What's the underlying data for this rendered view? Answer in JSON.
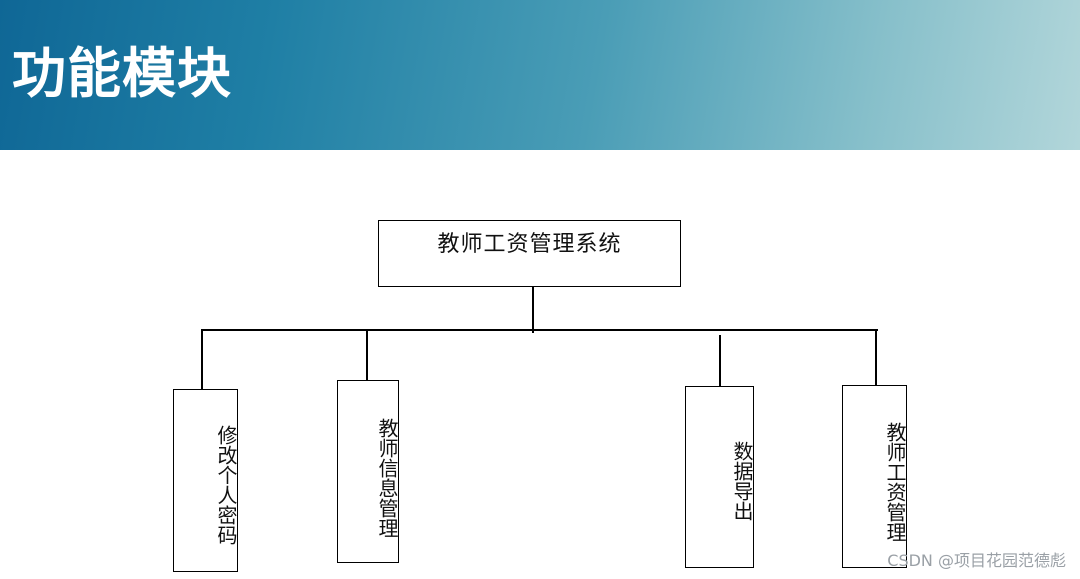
{
  "header": {
    "title": "功能模块"
  },
  "diagram": {
    "root": "教师工资管理系统",
    "children": [
      "修改个人密码",
      "教师信息管理",
      "数据导出",
      "教师工资管理"
    ]
  },
  "watermark": "CSDN @项目花园范德彪",
  "colors": {
    "banner_start": "#0f6796",
    "banner_end": "#b2d6da",
    "line": "#000000",
    "title_text": "#ffffff"
  }
}
